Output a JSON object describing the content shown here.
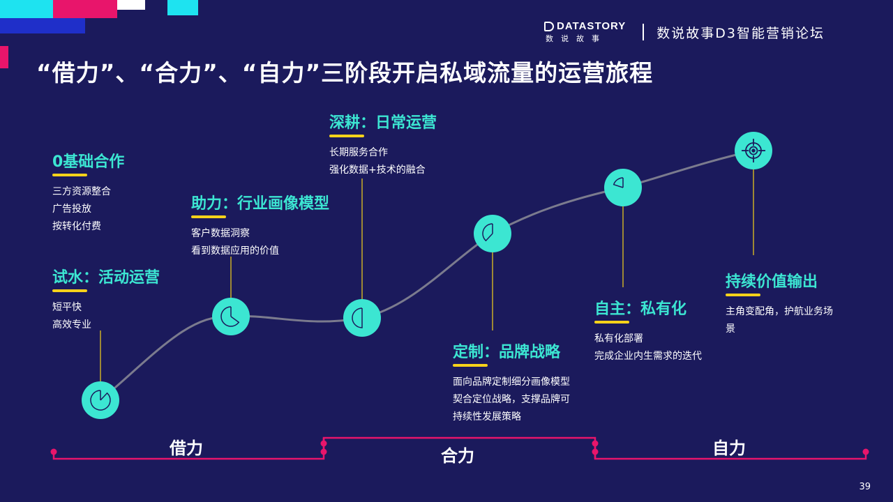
{
  "header": {
    "brand_name": "DATASTORY",
    "brand_sub": "数说故事",
    "forum": "数说故事D3智能营销论坛"
  },
  "title": "“借力”、“合力”、“自力”三阶段开启私域流量的运营旅程",
  "stages": [
    {
      "heading": "试水：活动运营",
      "lines": [
        "短平快",
        "高效专业"
      ]
    },
    {
      "heading": "0基础合作",
      "lines": [
        "三方资源整合",
        "广告投放",
        "按转化付费"
      ]
    },
    {
      "heading": "助力：行业画像模型",
      "lines": [
        "客户数据洞察",
        "看到数据应用的价值"
      ]
    },
    {
      "heading": "深耕：日常运营",
      "lines": [
        "长期服务合作",
        "强化数据+技术的融合"
      ]
    },
    {
      "heading": "定制：品牌战略",
      "lines": [
        "面向品牌定制细分画像模型",
        "契合定位战略，支撑品牌可",
        "持续性发展策略"
      ]
    },
    {
      "heading": "自主：私有化",
      "lines": [
        "私有化部署",
        "完成企业内生需求的迭代"
      ]
    },
    {
      "heading": "持续价值输出",
      "lines": [
        "主角变配角，护航业务场",
        "景"
      ]
    }
  ],
  "milestones": [
    {
      "icon": "pie-progress-icon",
      "progress": 0.12
    },
    {
      "icon": "pie-progress-icon",
      "progress": 0.35
    },
    {
      "icon": "pie-progress-icon",
      "progress": 0.5
    },
    {
      "icon": "pie-progress-icon",
      "progress": 0.62
    },
    {
      "icon": "pie-progress-icon",
      "progress": 0.8
    },
    {
      "icon": "target-icon",
      "progress": 1
    }
  ],
  "phases": [
    "借力",
    "合力",
    "自力"
  ],
  "page_number": "39",
  "colors": {
    "background": "#1b1a5c",
    "accent_teal": "#3ce6d2",
    "accent_yellow": "#f6d21a",
    "accent_pink": "#e8156b",
    "path": "#7b7b8e"
  }
}
